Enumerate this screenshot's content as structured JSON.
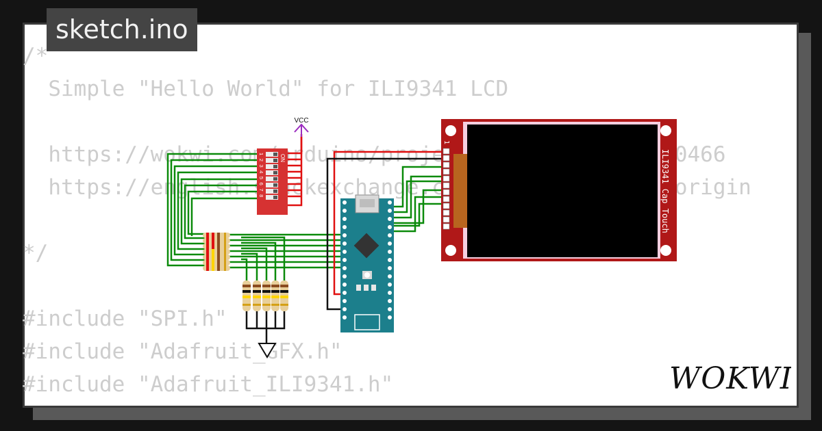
{
  "tab": {
    "filename": "sketch.ino"
  },
  "code_lines": [
    "/*",
    "  Simple \"Hello World\" for ILI9341 LCD",
    "",
    "  https://wokwi.com/arduino/projects/308024602434470466",
    "  https://english.stackexchange.com/questions/5356/origin",
    "",
    "*/",
    "",
    "#include \"SPI.h\"",
    "#include \"Adafruit_GFX.h\"",
    "#include \"Adafruit_ILI9341.h\""
  ],
  "circuit": {
    "vcc_label": "VCC",
    "dip_switch": {
      "on_label": "ON",
      "positions": "1 2 3 4 5 6 7 8"
    },
    "display_label": "ILI9341 Cap Touch",
    "display_pin1": "1"
  },
  "brand": {
    "logo": "WOKWI"
  },
  "colors": {
    "background": "#141414",
    "card": "#ffffff",
    "tab": "#444444",
    "wire_green": "#0a8a0a",
    "wire_red": "#e01010",
    "arduino_nano": "#1c7f8c",
    "display_pcb": "#b01818",
    "dip_switch": "#d63232"
  }
}
